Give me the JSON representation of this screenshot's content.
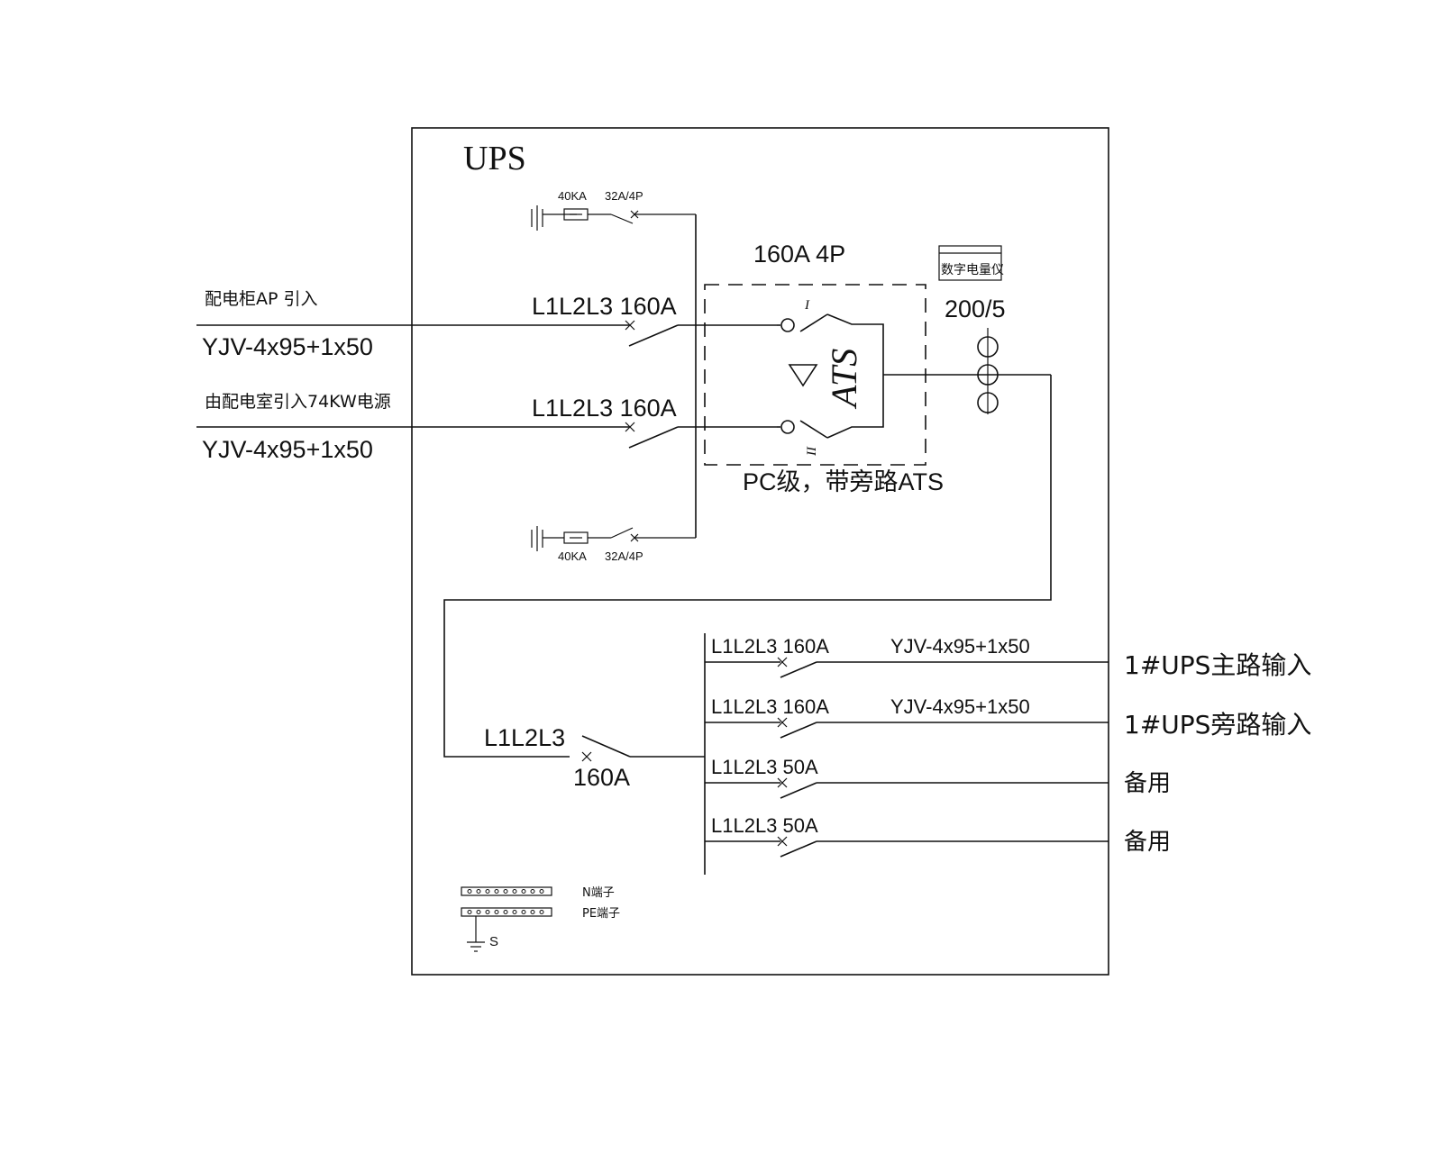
{
  "panel": {
    "title": "UPS"
  },
  "incoming": [
    {
      "source": "配电柜AP 引入",
      "cable": "YJV-4x95+1x50",
      "breaker": "L1L2L3 160A"
    },
    {
      "source": "由配电室引入74KW电源",
      "cable": "YJV-4x95+1x50",
      "breaker": "L1L2L3 160A"
    }
  ],
  "surge_protectors": [
    {
      "spd": "40KA",
      "breaker": "32A/4P"
    },
    {
      "spd": "40KA",
      "breaker": "32A/4P"
    }
  ],
  "ats": {
    "rating": "160A 4P",
    "label": "ATS",
    "pos_1": "I",
    "pos_2": "II",
    "note": "PC级，带旁路ATS"
  },
  "meter": {
    "label": "数字电量仪",
    "ct_ratio": "200/5"
  },
  "main_breaker": {
    "phase": "L1L2L3",
    "rating": "160A"
  },
  "outgoing": [
    {
      "breaker": "L1L2L3 160A",
      "cable": "YJV-4x95+1x50",
      "destination": "1#UPS主路输入"
    },
    {
      "breaker": "L1L2L3 160A",
      "cable": "YJV-4x95+1x50",
      "destination": "1#UPS旁路输入"
    },
    {
      "breaker": "L1L2L3  50A",
      "cable": "",
      "destination": "备用"
    },
    {
      "breaker": "L1L2L3  50A",
      "cable": "",
      "destination": "备用"
    }
  ],
  "terminals": {
    "n_label": "N端子",
    "pe_label": "PE端子",
    "ground_label": "S"
  }
}
